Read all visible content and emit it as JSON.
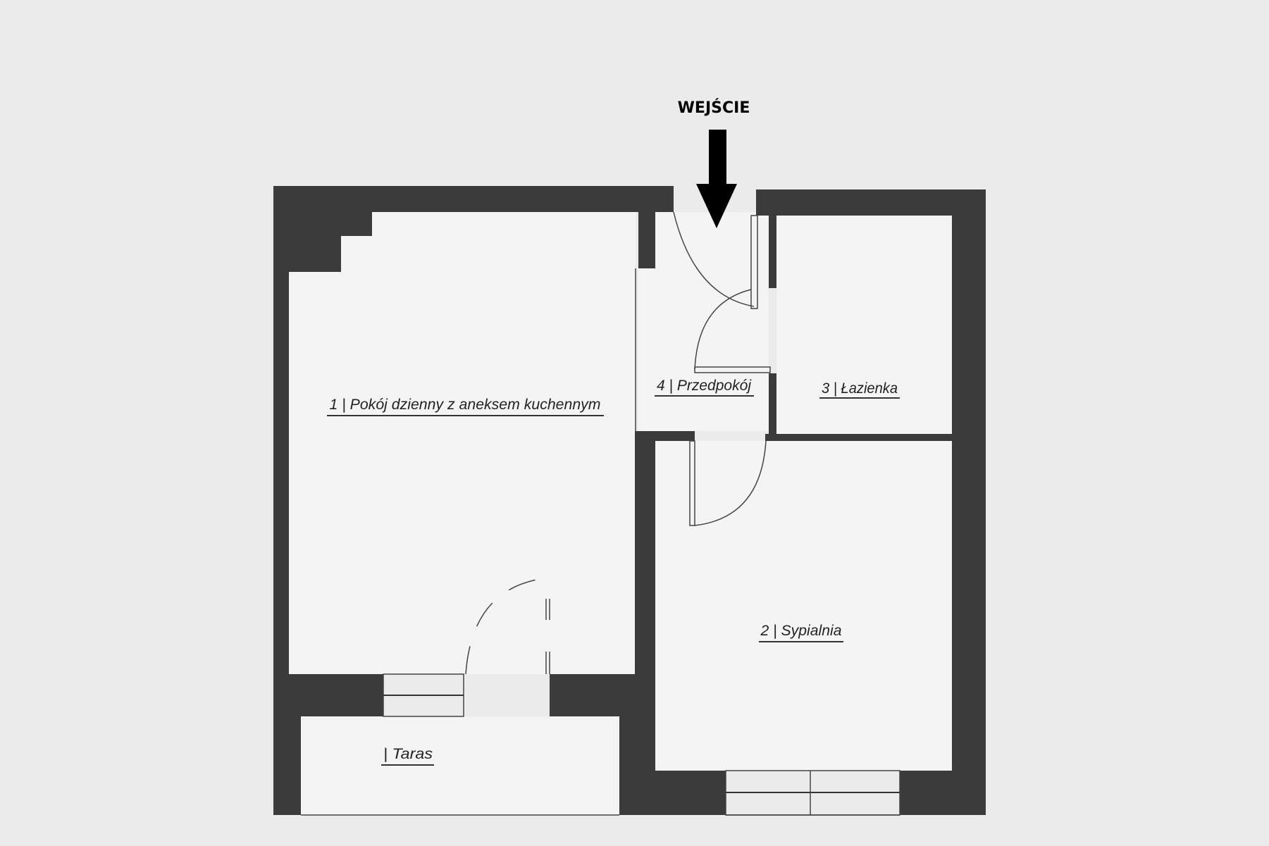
{
  "plan": {
    "entrance_label": "WEJŚCIE",
    "rooms": [
      {
        "label": "1 | Pokój dzienny z aneksem kuchennym"
      },
      {
        "label": "2 | Sypialnia"
      },
      {
        "label": "3 | Łazienka"
      },
      {
        "label": "4 | Przedpokój"
      },
      {
        "label": "| Taras"
      }
    ]
  }
}
